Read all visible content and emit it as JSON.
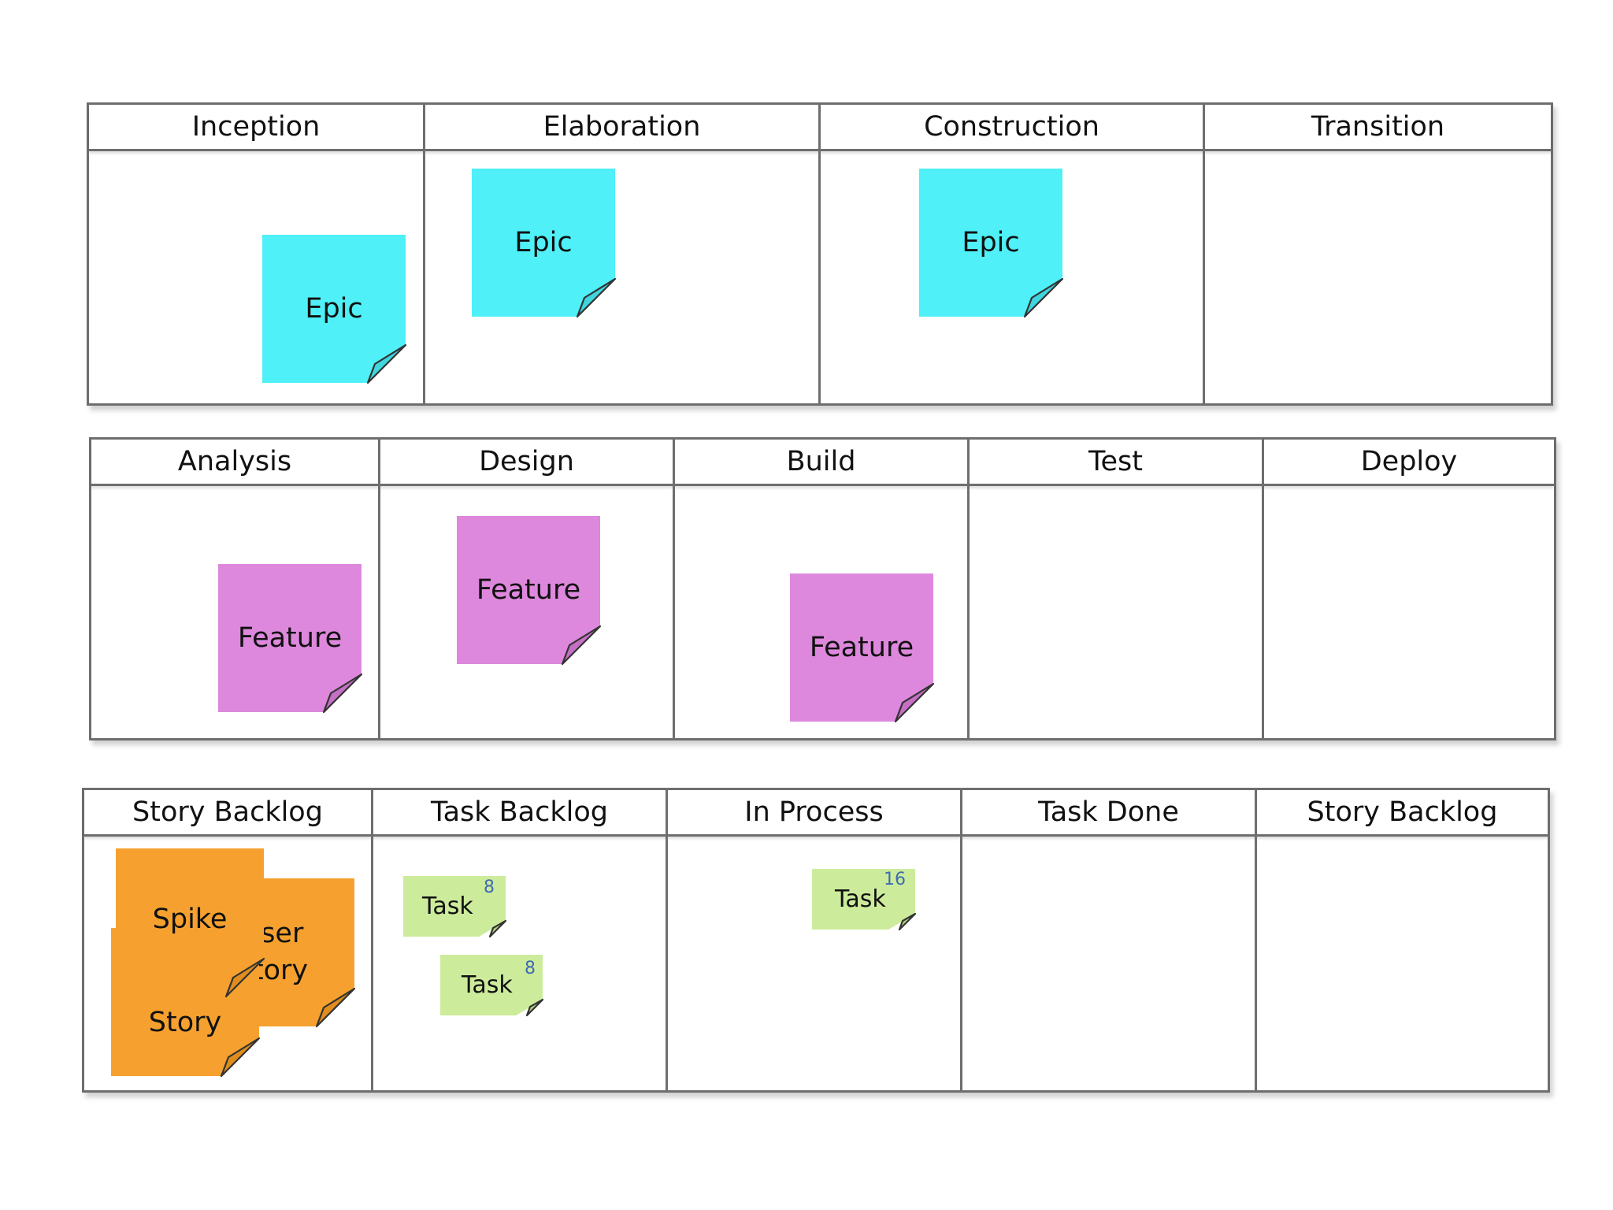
{
  "colors": {
    "epic": "#4ff0f7",
    "feature": "#dd88dd",
    "story": "#f6a12f",
    "task": "#cdec9b",
    "border": "#6e6e6e",
    "badge": "#3f6bb3"
  },
  "board1": {
    "columns": [
      "Inception",
      "Elaboration",
      "Construction",
      "Transition"
    ]
  },
  "board2": {
    "columns": [
      "Analysis",
      "Design",
      "Build",
      "Test",
      "Deploy"
    ]
  },
  "board3": {
    "columns": [
      "Story Backlog",
      "Task Backlog",
      "In Process",
      "Task Done",
      "Story Backlog"
    ]
  },
  "notes": {
    "epic_inception": "Epic",
    "epic_elaboration": "Epic",
    "epic_construction": "Epic",
    "feature_analysis": "Feature",
    "feature_design": "Feature",
    "feature_build": "Feature",
    "spike": "Spike",
    "user_story": "User\nStory",
    "story": "Story",
    "user_story_visible": "Jser\ntory",
    "task_1": "Task",
    "task_1_points": "8",
    "task_2": "Task",
    "task_2_points": "8",
    "task_3": "Task",
    "task_3_points": "16"
  }
}
